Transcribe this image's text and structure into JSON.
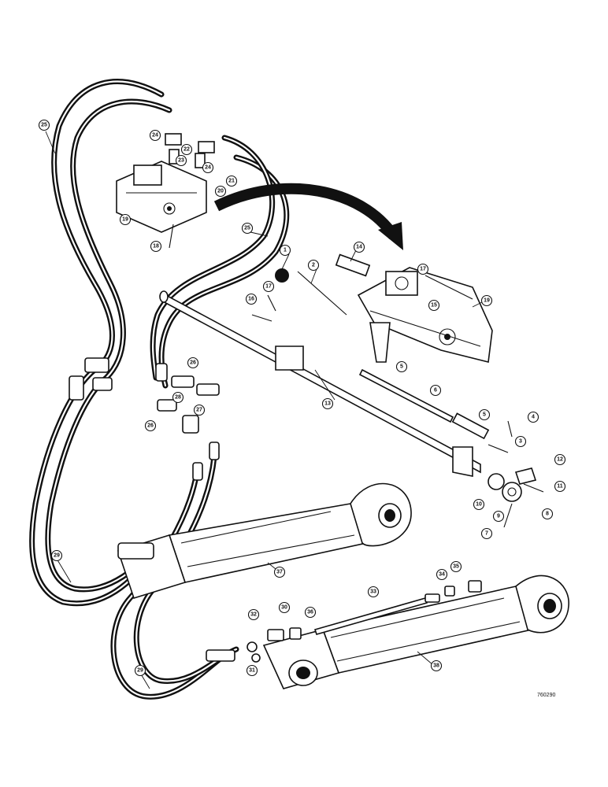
{
  "drawing_code": "760290",
  "callouts": {
    "c1": "1",
    "c2": "2",
    "c3": "3",
    "c4": "4",
    "c5a": "5",
    "c5b": "5",
    "c6": "6",
    "c7": "7",
    "c8": "8",
    "c9": "9",
    "c10": "10",
    "c11": "11",
    "c12": "12",
    "c13": "13",
    "c14": "14",
    "c15": "15",
    "c16": "16",
    "c17a": "17",
    "c17b": "17",
    "c18": "18",
    "c19a": "19",
    "c19b": "19",
    "c20": "20",
    "c21": "21",
    "c22": "22",
    "c23": "23",
    "c24a": "24",
    "c24b": "24",
    "c25a": "25",
    "c25b": "25",
    "c26a": "26",
    "c26b": "26",
    "c27": "27",
    "c28": "28",
    "c29a": "29",
    "c29b": "29",
    "c30": "30",
    "c31": "31",
    "c32": "32",
    "c33": "33",
    "c34": "34",
    "c35": "35",
    "c36": "36",
    "c37": "37",
    "c38": "38"
  }
}
